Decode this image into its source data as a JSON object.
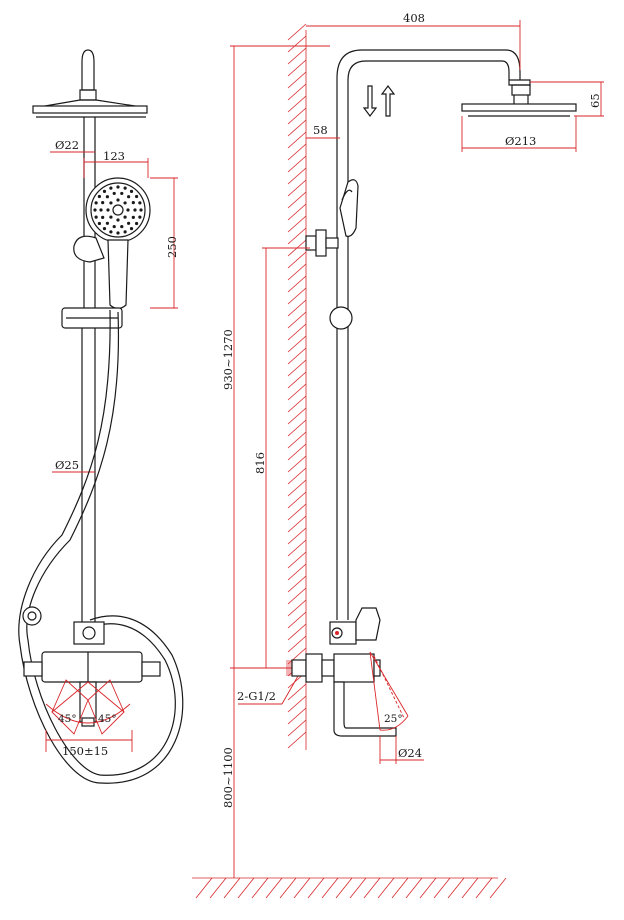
{
  "dimensions": {
    "wall_to_head_length": "408",
    "head_height": "65",
    "head_diameter": "Ø213",
    "arm_offset": "58",
    "pipe_diameter_top": "Ø22",
    "handshower_width": "123",
    "handshower_length": "250",
    "outlet_height": "816",
    "total_height_range": "930~1270",
    "pipe_diameter_main": "Ø25",
    "thread_size": "2-G1/2",
    "rotation_left": "45°",
    "rotation_right": "45°",
    "spout_angle": "25°",
    "spout_diameter": "Ø24",
    "inlet_center_distance": "150±15",
    "mount_height_range": "800~1100"
  },
  "colors": {
    "outline": "#1a1a1a",
    "dimension": "#d8262a",
    "background": "#ffffff"
  }
}
